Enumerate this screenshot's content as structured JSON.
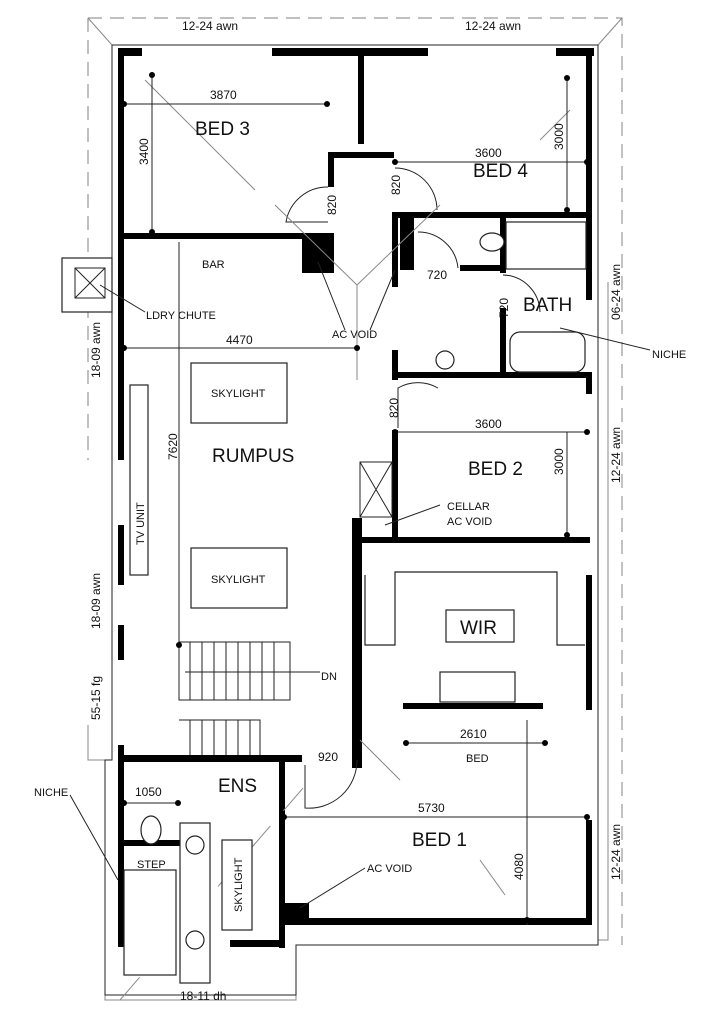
{
  "rooms": {
    "bed3": "BED 3",
    "bed4": "BED 4",
    "bath": "BATH",
    "rumpus": "RUMPUS",
    "bed2": "BED 2",
    "wir": "WIR",
    "ens": "ENS",
    "bed1": "BED 1"
  },
  "fixtures": {
    "bar": "BAR",
    "skylight_1": "SKYLIGHT",
    "skylight_2": "SKYLIGHT",
    "skylight_ens": "SKYLIGHT",
    "tv_unit": "TV UNIT",
    "step": "STEP",
    "bed": "BED",
    "dn": "DN"
  },
  "annotations": {
    "ldry_chute": "LDRY CHUTE",
    "ac_void_top": "AC VOID",
    "niche_bath": "NICHE",
    "cellar_ac_void_1": "CELLAR",
    "cellar_ac_void_2": "AC VOID",
    "niche_ens": "NICHE",
    "ac_void_bed1": "AC VOID"
  },
  "windows": {
    "top_left": "12-24 awn",
    "top_right": "12-24 awn",
    "right_bath": "06-24 awn",
    "right_bed2": "12-24 awn",
    "right_bed1": "12-24 awn",
    "left_upper": "18-09 awn",
    "left_middle": "18-09 awn",
    "left_lower": "55-15 fg",
    "bottom_ens": "18-11 dh"
  },
  "dimensions": {
    "bed3_width": "3870",
    "bed3_depth": "3400",
    "bed4_width": "3600",
    "bed4_depth": "3000",
    "door_bed3": "820",
    "door_bed4": "820",
    "wc_door": "720",
    "bath_door": "720",
    "rumpus_width": "4470",
    "rumpus_depth": "7620",
    "door_bed2": "820",
    "bed2_width": "3600",
    "bed2_depth": "3000",
    "bed_width": "2610",
    "door_bed1": "920",
    "ens_width": "1050",
    "bed1_width": "5730",
    "bed1_depth": "4080"
  }
}
